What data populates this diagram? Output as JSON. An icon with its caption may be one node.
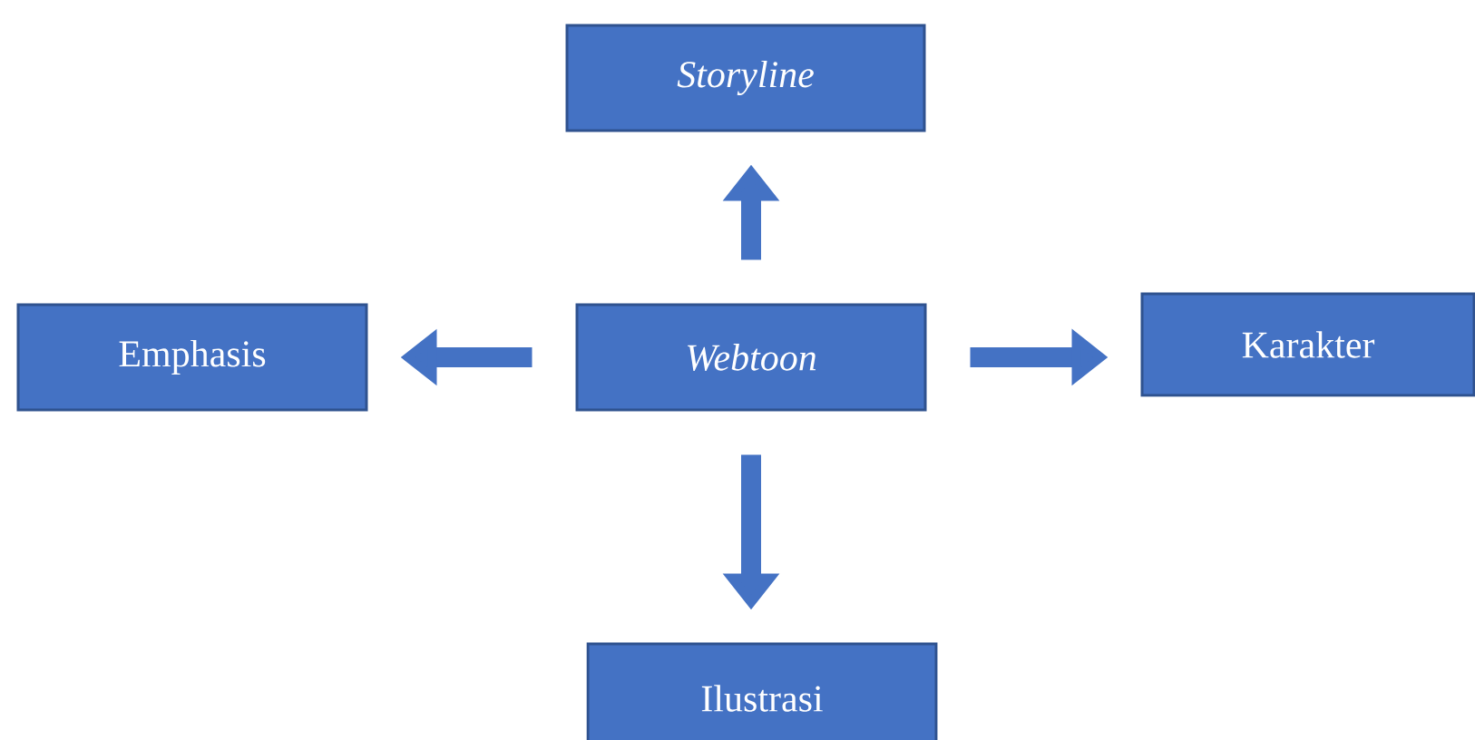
{
  "diagram": {
    "nodes": [
      {
        "text": [
          "*Webtoon*"
        ]
      },
      {
        "text": [
          "*Storyline*"
        ]
      },
      {
        "text": [
          "Emphasis"
        ]
      },
      {
        "text": [
          "Karakter"
        ]
      },
      {
        "text": [
          "Ilustrasi"
        ]
      }
    ],
    "edges": [
      {
        "from": 0,
        "to": 1,
        "arrow": "to"
      },
      {
        "from": 0,
        "to": 2,
        "arrow": "to"
      },
      {
        "from": 0,
        "to": 3,
        "arrow": "to"
      },
      {
        "from": 0,
        "to": 4,
        "arrow": "to"
      }
    ]
  }
}
